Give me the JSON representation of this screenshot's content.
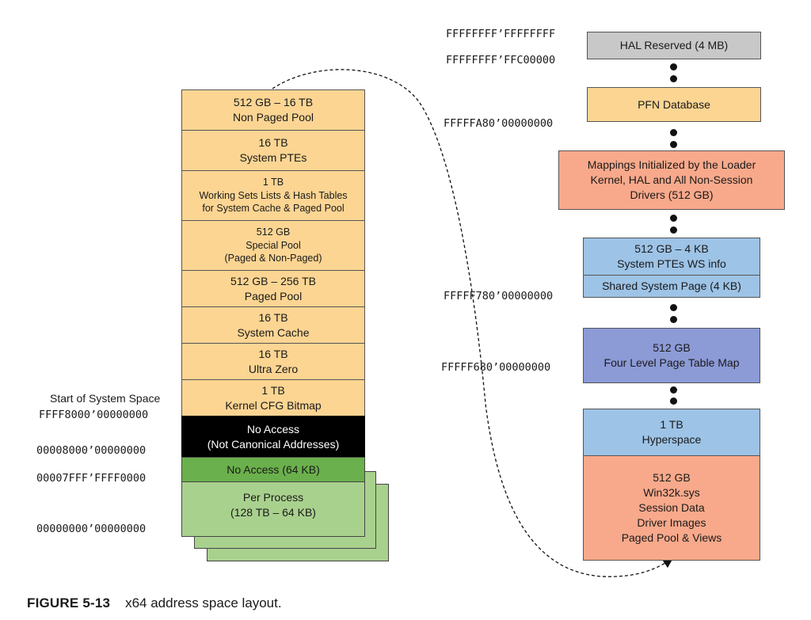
{
  "left_stack": {
    "system_regions": [
      {
        "lines": [
          "512 GB – 16 TB",
          "Non Paged Pool"
        ]
      },
      {
        "lines": [
          "16 TB",
          "System PTEs"
        ]
      },
      {
        "lines": [
          "1 TB",
          "Working Sets Lists & Hash Tables",
          "for System Cache & Paged Pool"
        ]
      },
      {
        "lines": [
          "512 GB",
          "Special Pool",
          "(Paged & Non-Paged)"
        ]
      },
      {
        "lines": [
          "512 GB – 256 TB",
          "Paged Pool"
        ]
      },
      {
        "lines": [
          "16 TB",
          "System Cache"
        ]
      },
      {
        "lines": [
          "16 TB",
          "Ultra Zero"
        ]
      },
      {
        "lines": [
          "1 TB",
          "Kernel CFG Bitmap"
        ]
      }
    ],
    "no_access_noncanonical": {
      "lines": [
        "No Access",
        "(Not Canonical Addresses)"
      ]
    },
    "no_access_64kb": {
      "lines": [
        "No Access (64 KB)"
      ]
    },
    "per_process": {
      "lines": [
        "Per Process",
        "(128 TB – 64 KB)"
      ]
    },
    "labels": {
      "start_of_system_space": "Start of System Space",
      "addr_ffff8000": "FFFF8000’00000000",
      "addr_00008000": "00008000’00000000",
      "addr_00007fff": "00007FFF’FFFF0000",
      "addr_00000000": "00000000’00000000"
    }
  },
  "right_column": {
    "hal_reserved": {
      "lines": [
        "HAL Reserved (4 MB)"
      ]
    },
    "pfn_database": {
      "lines": [
        "PFN Database"
      ]
    },
    "loader_mappings": {
      "lines": [
        "Mappings Initialized by the Loader",
        "Kernel, HAL and All Non-Session",
        "Drivers (512 GB)"
      ]
    },
    "system_ptes_ws": {
      "lines": [
        "512 GB – 4 KB",
        "System PTEs WS info"
      ]
    },
    "shared_system_page": {
      "lines": [
        "Shared System Page (4 KB)"
      ]
    },
    "page_table_map": {
      "lines": [
        "512 GB",
        "Four Level Page Table Map"
      ]
    },
    "hyperspace": {
      "lines": [
        "1 TB",
        "Hyperspace"
      ]
    },
    "session_space": {
      "lines": [
        "512 GB",
        "Win32k.sys",
        "Session Data",
        "Driver Images",
        "Paged Pool & Views"
      ]
    },
    "labels": {
      "addr_ffffffff_ffffffff": "FFFFFFFF’FFFFFFFF",
      "addr_ffffffff_ffc00000": "FFFFFFFF’FFC00000",
      "addr_fffffa80": "FFFFFA80’00000000",
      "addr_fffff780": "FFFFF780’00000000",
      "addr_fffff680": "FFFFF680’00000000"
    }
  },
  "caption": {
    "label": "FIGURE 5-13",
    "text": "x64 address space layout."
  },
  "colors": {
    "orange": "#fcd593",
    "black": "#000000",
    "green_dark": "#6ab04c",
    "green_light": "#a9d18e",
    "gray": "#c8c8c8",
    "salmon": "#f8a98b",
    "light_blue": "#9dc3e6",
    "purple_blue": "#8c9ad6"
  }
}
